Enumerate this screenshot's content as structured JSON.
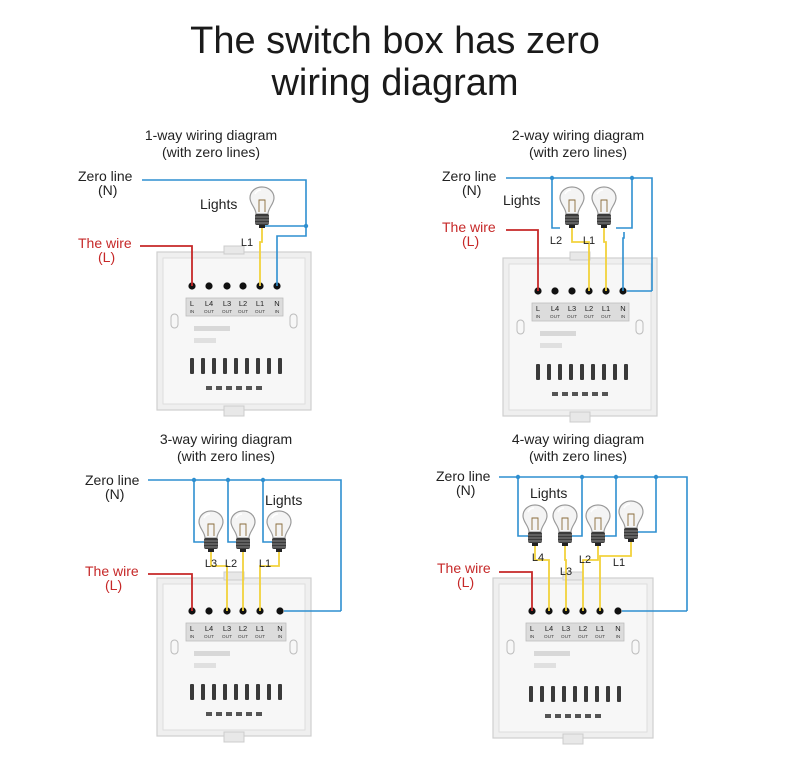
{
  "title": {
    "line1": "The switch box has zero",
    "line2": "wiring diagram"
  },
  "colors": {
    "blue": "#2e8fd0",
    "red": "#c62828",
    "yellow": "#f2d23c",
    "plate": "#efefef",
    "black": "#111111"
  },
  "diagrams": [
    {
      "heading": "1-way wiring diagram",
      "subheading": "(with zero lines)",
      "zero_line": "Zero line",
      "zero_sub": "(N)",
      "wire": "The wire",
      "wire_sub": "(L)",
      "lights_label": "Lights",
      "bulb_labels": [
        "L1"
      ]
    },
    {
      "heading": "2-way wiring diagram",
      "subheading": "(with zero lines)",
      "zero_line": "Zero line",
      "zero_sub": "(N)",
      "wire": "The wire",
      "wire_sub": "(L)",
      "lights_label": "Lights",
      "bulb_labels": [
        "L2",
        "L1"
      ]
    },
    {
      "heading": "3-way wiring diagram",
      "subheading": "(with zero lines)",
      "zero_line": "Zero line",
      "zero_sub": "(N)",
      "wire": "The wire",
      "wire_sub": "(L)",
      "lights_label": "Lights",
      "bulb_labels": [
        "L3",
        "L2",
        "L1"
      ]
    },
    {
      "heading": "4-way wiring diagram",
      "subheading": "(with zero lines)",
      "zero_line": "Zero line",
      "zero_sub": "(N)",
      "wire": "The wire",
      "wire_sub": "(L)",
      "lights_label": "Lights",
      "bulb_labels": [
        "L4",
        "L3",
        "L2",
        "L1"
      ]
    }
  ],
  "terminal_labels": [
    "L",
    "L4",
    "L3",
    "L2",
    "L1",
    "N"
  ],
  "terminal_sub": [
    "IN",
    "OUT",
    "OUT",
    "OUT",
    "OUT",
    "IN"
  ]
}
